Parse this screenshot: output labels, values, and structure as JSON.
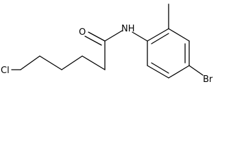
{
  "atom_labels": {
    "chlorine": "Cl",
    "carbonyl_oxygen": "O",
    "amide_nitrogen": "NH",
    "bromine": "Br"
  },
  "colors": {
    "background": "#ffffff",
    "ink": "#000000"
  }
}
